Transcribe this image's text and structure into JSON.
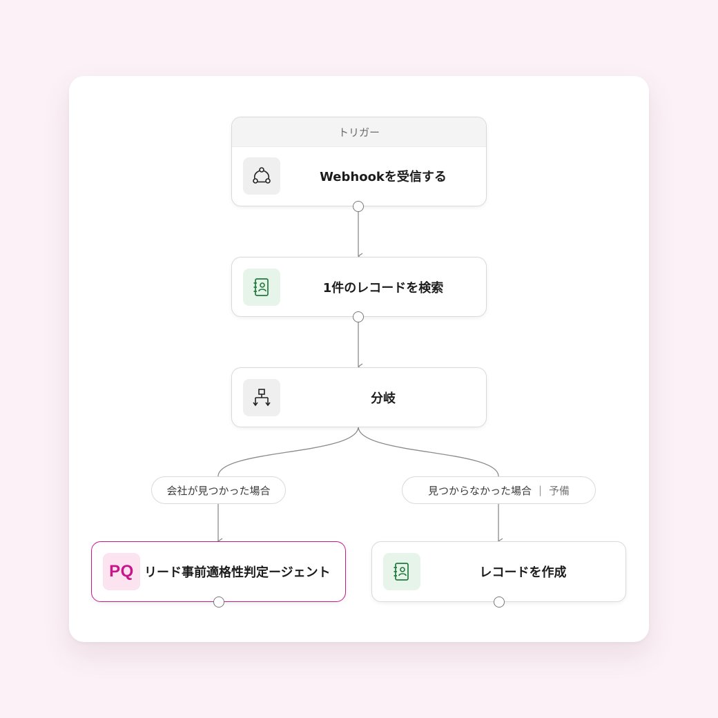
{
  "nodes": {
    "trigger": {
      "header": "トリガー",
      "label": "Webhookを受信する",
      "icon": "webhook-icon"
    },
    "search": {
      "label": "1件のレコードを検索",
      "icon": "record-book-icon"
    },
    "branch": {
      "label": "分岐",
      "icon": "branch-icon"
    },
    "agent": {
      "label": "リード事前適格性判定ージェント",
      "badge": "PQ",
      "accent": "#c8168a"
    },
    "create": {
      "label": "レコードを作成",
      "icon": "record-book-icon"
    }
  },
  "branches": {
    "found": {
      "label": "会社が見つかった場合"
    },
    "not_found": {
      "label": "見つからなかった場合",
      "separator": "|",
      "tag": "予備"
    }
  },
  "colors": {
    "background": "#fbf1f6",
    "canvas": "#ffffff",
    "connector": "#8a8a8a",
    "record_icon": "#1e7a3c",
    "agent_accent": "#c8168a"
  }
}
